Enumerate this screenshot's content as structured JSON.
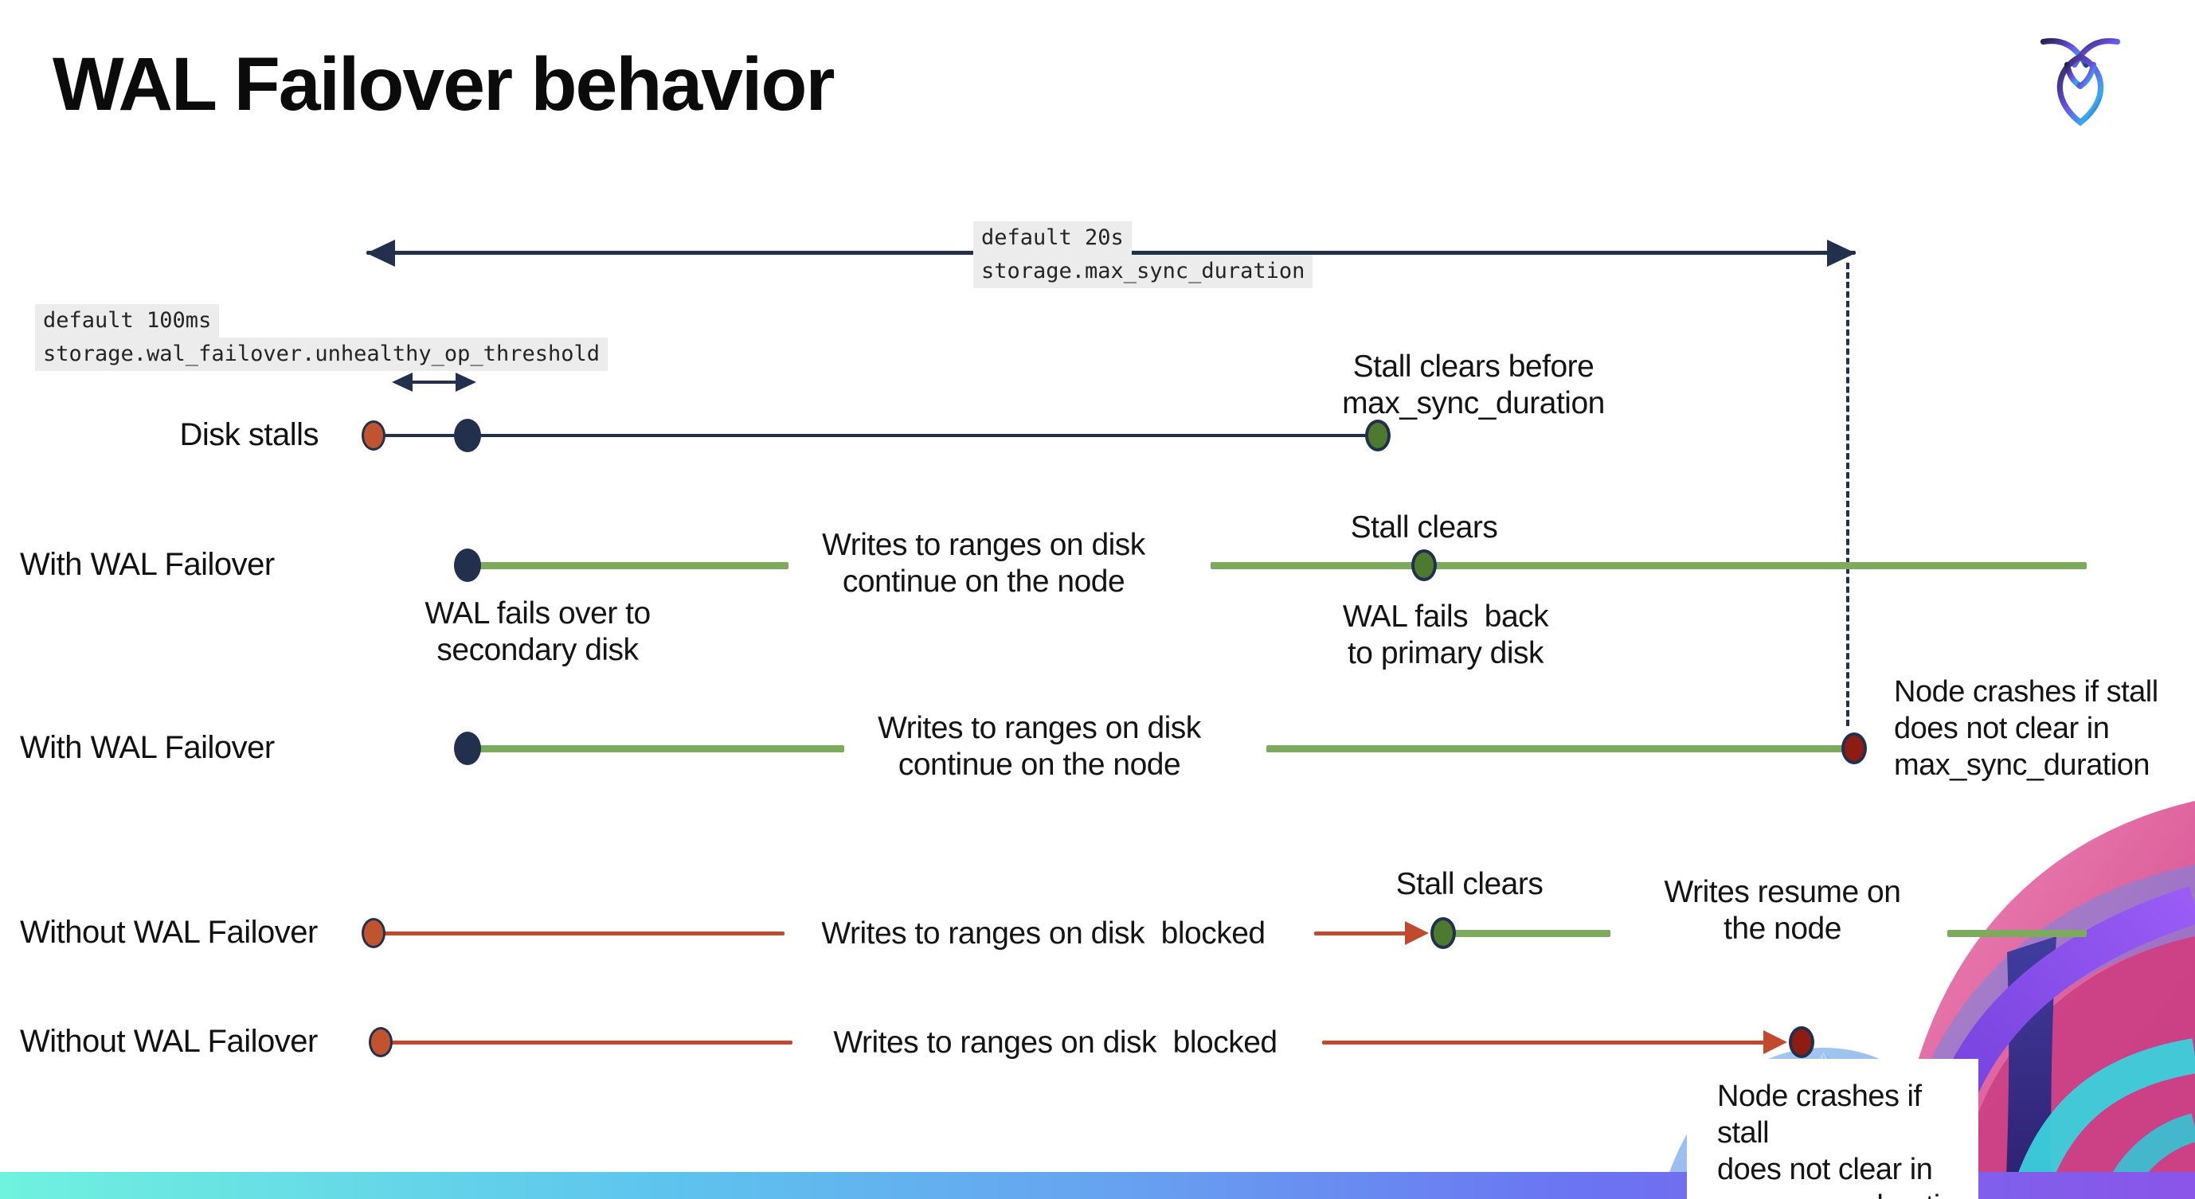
{
  "title": "WAL Failover behavior",
  "logo": "cockroachdb-logo",
  "callouts": {
    "max_sync_default": "default 20s",
    "max_sync_setting": "storage.max_sync_duration",
    "unhealthy_default": "default 100ms",
    "unhealthy_setting": "storage.wal_failover.unhealthy_op_threshold"
  },
  "rows": {
    "disk_stalls": {
      "label": "Disk stalls",
      "stall_clears_note": "Stall clears before\nmax_sync_duration"
    },
    "with_failover_1": {
      "label": "With WAL Failover",
      "failover_note": "WAL fails over to\nsecondary disk",
      "writes_note": "Writes to ranges on disk\ncontinue on the node",
      "stall_clears": "Stall clears",
      "failback_note": "WAL fails  back\nto primary disk"
    },
    "with_failover_2": {
      "label": "With WAL Failover",
      "writes_note": "Writes to ranges on disk\ncontinue on the node",
      "crash_note": "Node crashes if stall\ndoes not clear in\nmax_sync_duration"
    },
    "without_failover_1": {
      "label": "Without WAL Failover",
      "blocked_note": "Writes to ranges on disk  blocked",
      "stall_clears": "Stall clears",
      "resume_note": "Writes resume on\nthe node"
    },
    "without_failover_2": {
      "label": "Without WAL Failover",
      "blocked_note": "Writes to ranges on disk  blocked",
      "crash_note": "Node crashes if stall\ndoes not clear in\nmax_sync_duration"
    }
  },
  "colors": {
    "navy": "#22304e",
    "green-line": "#7dab5e",
    "green-dot": "#4d7a2f",
    "red-line": "#c04a2e",
    "red-dot": "#c2532f",
    "maroon-dot": "#8e1c12",
    "code-bg": "#ececec",
    "bar-aqua": "#6ff2de",
    "bar-sky": "#5ec4ee",
    "bar-violet": "#6b74f2",
    "bar-purple": "#8a55e8"
  }
}
